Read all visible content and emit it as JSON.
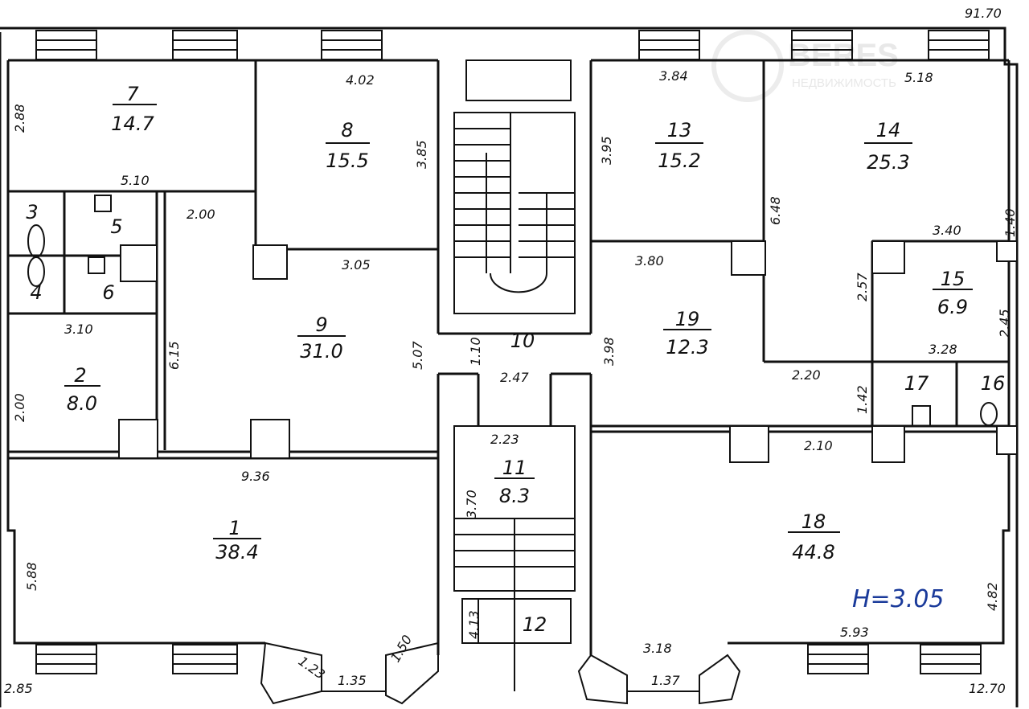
{
  "plan": {
    "height_note": "H=3.05",
    "watermark": {
      "brand": "BERES",
      "tagline": "НЕДВИЖИМОСТЬ"
    },
    "rooms": [
      {
        "id": "room-1",
        "number": "1",
        "area": "38.4"
      },
      {
        "id": "room-2",
        "number": "2",
        "area": "8.0"
      },
      {
        "id": "room-3",
        "number": "3",
        "area": ""
      },
      {
        "id": "room-4",
        "number": "4",
        "area": ""
      },
      {
        "id": "room-5",
        "number": "5",
        "area": ""
      },
      {
        "id": "room-6",
        "number": "6",
        "area": ""
      },
      {
        "id": "room-7",
        "number": "7",
        "area": "14.7"
      },
      {
        "id": "room-8",
        "number": "8",
        "area": "15.5"
      },
      {
        "id": "room-9",
        "number": "9",
        "area": "31.0"
      },
      {
        "id": "room-10",
        "number": "10",
        "area": ""
      },
      {
        "id": "room-11",
        "number": "11",
        "area": "8.3"
      },
      {
        "id": "room-12",
        "number": "12",
        "area": ""
      },
      {
        "id": "room-13",
        "number": "13",
        "area": "15.2"
      },
      {
        "id": "room-14",
        "number": "14",
        "area": "25.3"
      },
      {
        "id": "room-15",
        "number": "15",
        "area": "6.9"
      },
      {
        "id": "room-16",
        "number": "16",
        "area": ""
      },
      {
        "id": "room-17",
        "number": "17",
        "area": ""
      },
      {
        "id": "room-18",
        "number": "18",
        "area": "44.8"
      },
      {
        "id": "room-19",
        "number": "19",
        "area": "12.3"
      }
    ],
    "dimensions": [
      "91.70",
      "4.02",
      "3.84",
      "5.18",
      "2.88",
      "3.85",
      "3.95",
      "6.48",
      "5.10",
      "2.00",
      "3.05",
      "3.80",
      "3.40",
      "1.40",
      "2.57",
      "2.45",
      "3.10",
      "6.15",
      "5.07",
      "1.10",
      "3.98",
      "3.28",
      "2.00",
      "2.47",
      "2.20",
      "1.42",
      "2.23",
      "2.10",
      "9.36",
      "3.70",
      "5.88",
      "4.82",
      "5.93",
      "1.23",
      "1.50",
      "3.18",
      "2.85",
      "1.35",
      "1.37",
      "12.70",
      "4.13"
    ]
  }
}
